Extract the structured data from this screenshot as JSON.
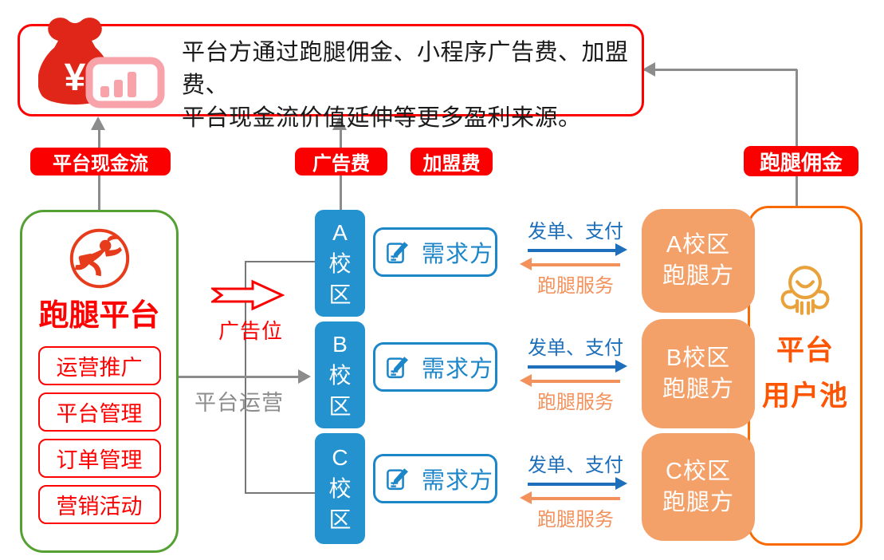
{
  "revenue_box": {
    "line1": "平台方通过跑腿佣金、小程序广告费、加盟费、",
    "line2": "平台现金流价值延伸等更多盈利来源。",
    "currency_symbol": "¥"
  },
  "badges": {
    "platform_cashflow": "平台现金流",
    "ad_fee": "广告费",
    "franchise_fee": "加盟费",
    "errand_commission": "跑腿佣金"
  },
  "platform": {
    "title": "跑腿平台",
    "features": [
      "运营推广",
      "平台管理",
      "订单管理",
      "营销活动"
    ]
  },
  "connectors": {
    "ad_slot": "广告位",
    "platform_operation": "平台运营"
  },
  "rows": [
    {
      "campus": "A校区",
      "demand": "需求方",
      "send_pay": "发单、支付",
      "errand_service": "跑腿服务",
      "runner_line1": "A校区",
      "runner_line2": "跑腿方"
    },
    {
      "campus": "B校区",
      "demand": "需求方",
      "send_pay": "发单、支付",
      "errand_service": "跑腿服务",
      "runner_line1": "B校区",
      "runner_line2": "跑腿方"
    },
    {
      "campus": "C校区",
      "demand": "需求方",
      "send_pay": "发单、支付",
      "errand_service": "跑腿服务",
      "runner_line1": "C校区",
      "runner_line2": "跑腿方"
    }
  ],
  "user_pool": {
    "line1": "平台",
    "line2": "用户池"
  },
  "icons": {
    "money_bag": "money-bag-icon",
    "bar_chart": "bar-chart-icon",
    "runner": "errand-runner-icon",
    "edit_note": "edit-note-icon",
    "user": "user-pool-icon",
    "ad_slot_arrow": "block-arrow-right-icon"
  },
  "colors": {
    "red": "#fb0000",
    "red_border": "#fe0000",
    "bag_red": "#e02619",
    "pink": "#f8a2aa",
    "green_border": "#55a033",
    "icon_red": "#e73c1c",
    "blue_fill": "#2492cf",
    "blue_border": "#1c86c8",
    "flow_blue": "#1d6fbb",
    "flow_orange": "#f2915c",
    "orange_fill": "#f4a169",
    "pool_border": "#f96b02",
    "pool_text": "#fe5502",
    "gray_arrow": "#8c8c8c"
  }
}
